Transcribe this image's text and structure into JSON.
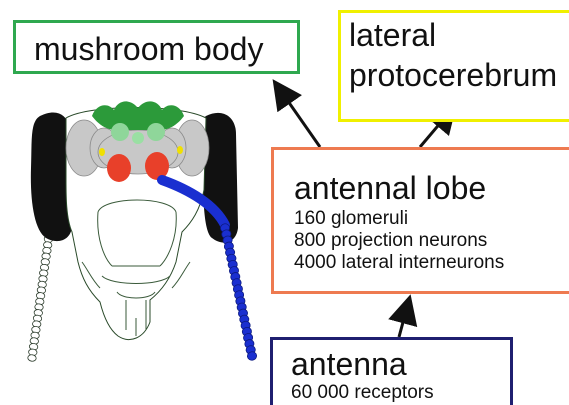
{
  "boxes": {
    "mushroom_body": {
      "title": "mushroom body"
    },
    "lateral_protocerebrum": {
      "title_line1": "lateral",
      "title_line2": "protocerebrum"
    },
    "antennal_lobe": {
      "title": "antennal lobe",
      "lines": [
        "160 glomeruli",
        "800 projection neurons",
        "4000 lateral interneurons"
      ]
    },
    "antenna": {
      "title": "antenna",
      "lines": [
        "60 000 receptors"
      ]
    }
  },
  "colors": {
    "mushroom_border": "#2fa84f",
    "lateral_border": "#f0f000",
    "antennal_border": "#ee7a50",
    "antenna_border": "#1f1f70",
    "eyes": "#111111",
    "mushroom_body_fill": "#2c9a3a",
    "antennal_lobe_fill": "#e8402a",
    "highlighted_antenna": "#1a2fd0"
  }
}
